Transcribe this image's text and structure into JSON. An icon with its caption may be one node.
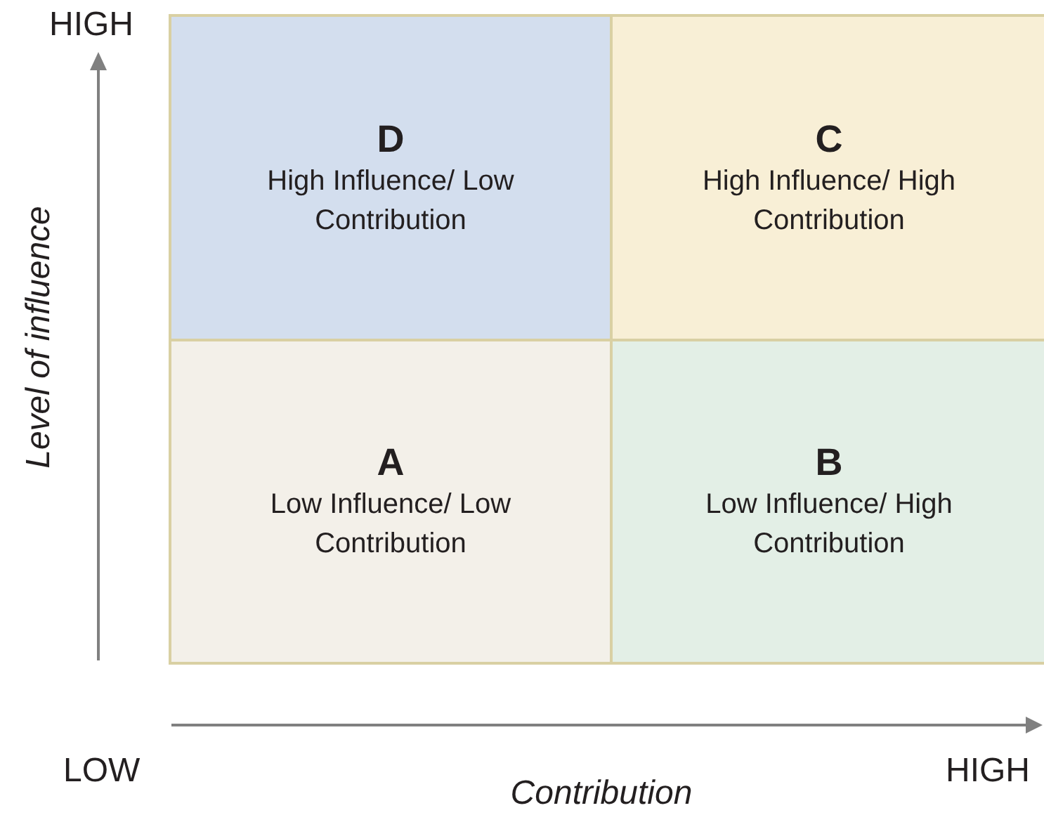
{
  "diagram": {
    "nodes": [
      {
        "text": [
          "D",
          "High Influence/ Low Contribution"
        ]
      },
      {
        "text": [
          "C",
          "High Influence/ High Contribution"
        ]
      },
      {
        "text": [
          "A",
          "Low Influence/ Low Contribution"
        ]
      },
      {
        "text": [
          "B",
          "Low Influence/ High Contribution"
        ]
      }
    ],
    "labels": [
      "HIGH",
      "Level of influence",
      "LOW",
      "Contribution",
      "HIGH"
    ]
  }
}
